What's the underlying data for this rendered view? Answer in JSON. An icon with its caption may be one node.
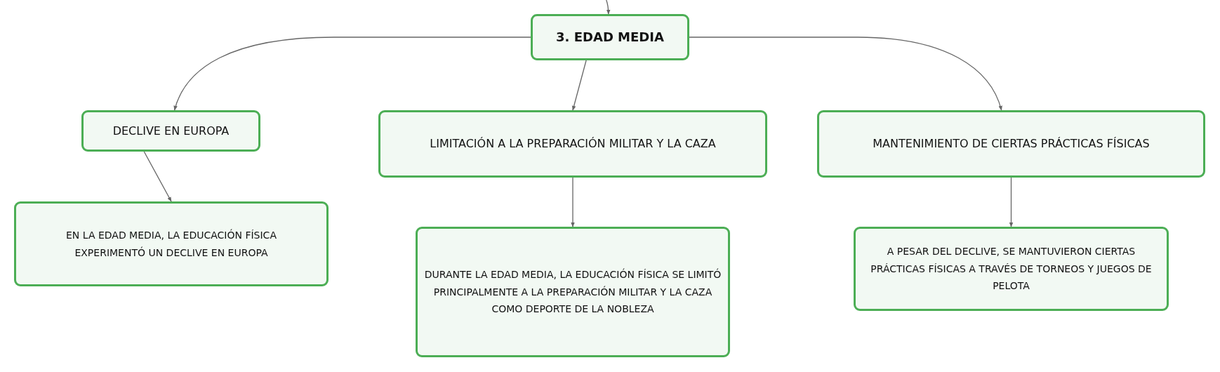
{
  "diagram": {
    "nodes": [
      {
        "text": [
          "3. EDAD MEDIA"
        ]
      },
      {
        "text": [
          "DECLIVE EN EUROPA"
        ]
      },
      {
        "text": [
          "LIMITACIÓN A LA PREPARACIÓN MILITAR Y LA CAZA"
        ]
      },
      {
        "text": [
          "MANTENIMIENTO DE CIERTAS PRÁCTICAS FÍSICAS"
        ]
      },
      {
        "text": [
          "EN LA EDAD MEDIA, LA EDUCACIÓN FÍSICA EXPERIMENTÓ UN DECLIVE EN EUROPA"
        ]
      },
      {
        "text": [
          "DURANTE LA EDAD MEDIA, LA EDUCACIÓN FÍSICA SE LIMITÓ PRINCIPALMENTE A LA PREPARACIÓN MILITAR Y LA CAZA COMO DEPORTE DE LA NOBLEZA"
        ]
      },
      {
        "text": [
          "A PESAR DEL DECLIVE, SE MANTUVIERON CIERTAS PRÁCTICAS FÍSICAS A TRAVÉS DE TORNEOS Y JUEGOS DE PELOTA"
        ]
      }
    ],
    "edges": [
      {
        "from": null,
        "to": 0,
        "arrow": "to"
      },
      {
        "from": 0,
        "to": 1,
        "arrow": "to"
      },
      {
        "from": 0,
        "to": 2,
        "arrow": "to"
      },
      {
        "from": 0,
        "to": 3,
        "arrow": "to"
      },
      {
        "from": 1,
        "to": 4,
        "arrow": "to"
      },
      {
        "from": 2,
        "to": 5,
        "arrow": "to"
      },
      {
        "from": 3,
        "to": 6,
        "arrow": "to"
      }
    ]
  }
}
